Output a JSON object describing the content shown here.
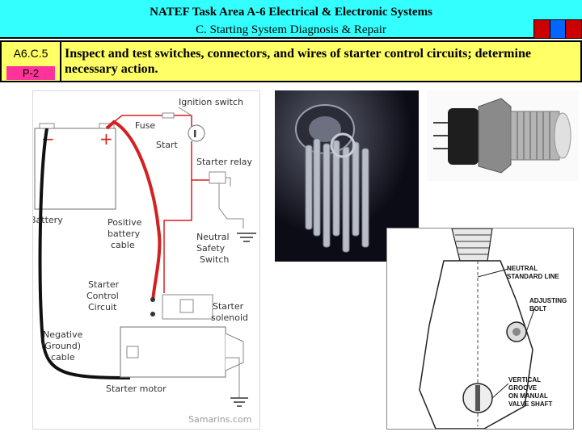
{
  "title": {
    "line1": "NATEF Task Area A-6 Electrical & Electronic Systems",
    "line2": "C.  Starting System Diagnosis & Repair"
  },
  "color_squares": [
    "#cc0000",
    "#0066ff",
    "#cc0000"
  ],
  "task": {
    "code": "A6.C.5",
    "priority": "P-2",
    "description": "Inspect and test switches, connectors, and wires of starter control circuits; determine necessary action."
  },
  "starter_diagram": {
    "labels": {
      "ignition_switch": "Ignition switch",
      "fuse": "Fuse",
      "start": "Start",
      "switch_symbol": "I",
      "minus": "−",
      "plus": "+",
      "starter_relay": "Starter relay",
      "battery": "Battery",
      "positive_cable": [
        "Positive",
        "battery",
        "cable"
      ],
      "neutral_safety_switch": [
        "Neutral",
        "Safety",
        "Switch"
      ],
      "starter_control_circuit": [
        "Starter",
        "Control",
        "Circuit"
      ],
      "starter_solenoid": [
        "Starter",
        "solenoid"
      ],
      "negative_cable": [
        "Negative",
        "(Ground)",
        "cable"
      ],
      "starter_motor": "Starter motor",
      "credit": "Samarins.com"
    },
    "colors": {
      "positive_wire": "#d42020",
      "ground_wire": "#111111",
      "outline": "#888888"
    }
  },
  "nss_diagram": {
    "labels": {
      "neutral_standard_line": [
        "NEUTRAL",
        "STANDARD LINE"
      ],
      "adjusting_bolt": [
        "ADJUSTING",
        "BOLT"
      ],
      "vertical_groove": [
        "VERTICAL",
        "GROOVE",
        "ON MANUAL",
        "VALVE SHAFT"
      ]
    }
  }
}
